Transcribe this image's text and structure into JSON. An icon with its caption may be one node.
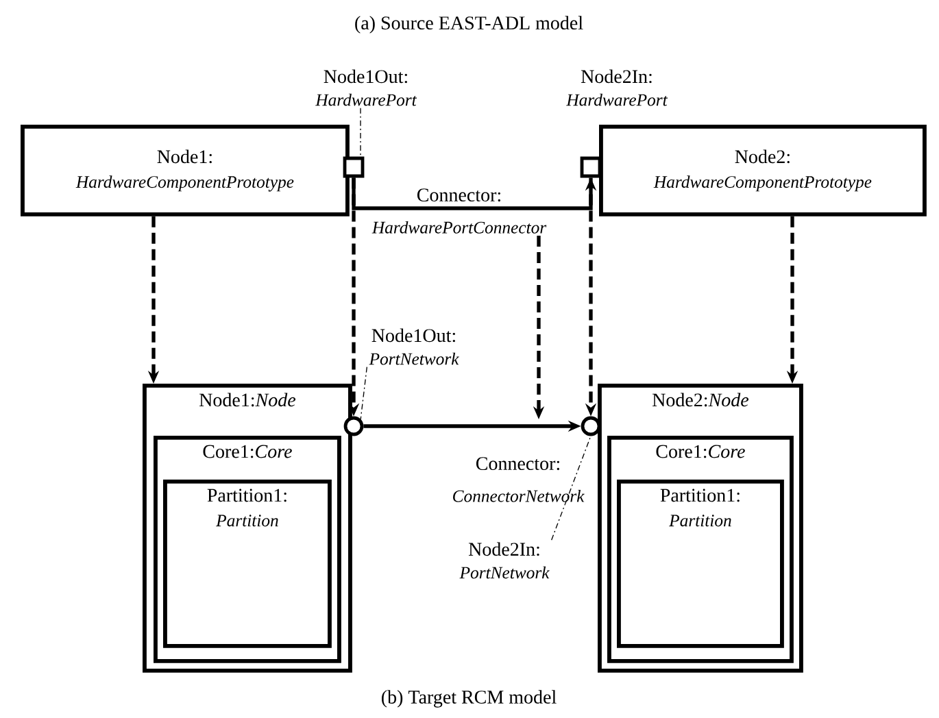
{
  "diagram": {
    "title": "(a) Source EAST-ADL model",
    "caption": "(b) Target RCM model",
    "nodes": [
      {
        "text": [
          "Node1:",
          "HardwareComponentPrototype"
        ]
      },
      {
        "text": [],
        "shape": "box"
      },
      {
        "text": [
          "Node1Out:",
          "HardwarePort"
        ]
      },
      {
        "text": [
          "Node2:",
          "HardwareComponentPrototype"
        ]
      },
      {
        "text": [],
        "shape": "box"
      },
      {
        "text": [
          "Node2In:",
          "HardwarePort"
        ]
      },
      {
        "text": [
          "Connector:",
          "HardwarePortConnector"
        ]
      },
      {
        "text": [
          "Node1:*Node*"
        ]
      },
      {
        "text": [
          "Core1:*Core*"
        ],
        "in": 7
      },
      {
        "text": [
          "Partition1:",
          "Partition"
        ],
        "in": 8
      },
      {
        "text": [],
        "shape": "circle"
      },
      {
        "text": [
          "Node1Out:",
          "PortNetwork"
        ]
      },
      {
        "text": [
          "Node2:*Node*"
        ]
      },
      {
        "text": [
          "Core1:*Core*"
        ],
        "in": 12
      },
      {
        "text": [
          "Partition1:",
          "Partition"
        ],
        "in": 13
      },
      {
        "text": [],
        "shape": "circle"
      },
      {
        "text": [
          "Node2In:",
          "PortNetwork"
        ]
      },
      {
        "text": [
          "Connector:",
          "ConnectorNetwork"
        ]
      }
    ],
    "edges": [
      {
        "from": 0,
        "to": 7,
        "arrow": "to",
        "style": "dashed"
      },
      {
        "from": 3,
        "to": 12,
        "arrow": "to",
        "style": "dashed"
      },
      {
        "from": 1,
        "to": 10,
        "arrow": "to",
        "style": "dashed"
      },
      {
        "from": 4,
        "to": 15,
        "arrow": "to",
        "style": "dashed"
      },
      {
        "from": 6,
        "to": null,
        "arrow": "to",
        "style": "dashed"
      },
      {
        "from": 1,
        "to": 4,
        "arrow": "to"
      },
      {
        "from": 10,
        "to": 15,
        "arrow": "to"
      },
      {
        "from": 2,
        "to": 1,
        "arrow": "none",
        "style": "dashed"
      },
      {
        "from": 11,
        "to": 10,
        "arrow": "none",
        "style": "dashed"
      },
      {
        "from": 16,
        "to": 15,
        "arrow": "none",
        "style": "dashed"
      }
    ]
  }
}
